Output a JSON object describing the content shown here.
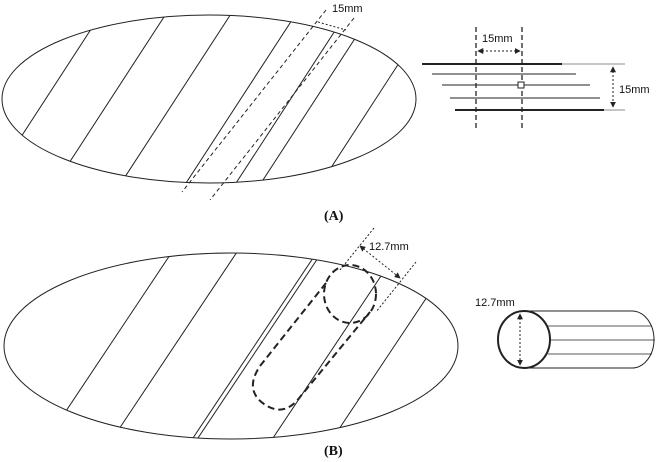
{
  "panel_a": {
    "caption": "(A)",
    "slice_width_label": "15mm",
    "stack_width_label": "15mm",
    "stack_height_label": "15mm"
  },
  "panel_b": {
    "caption": "(B)",
    "core_diameter_label": "12.7mm",
    "cylinder_diameter_label": "12.7mm"
  }
}
